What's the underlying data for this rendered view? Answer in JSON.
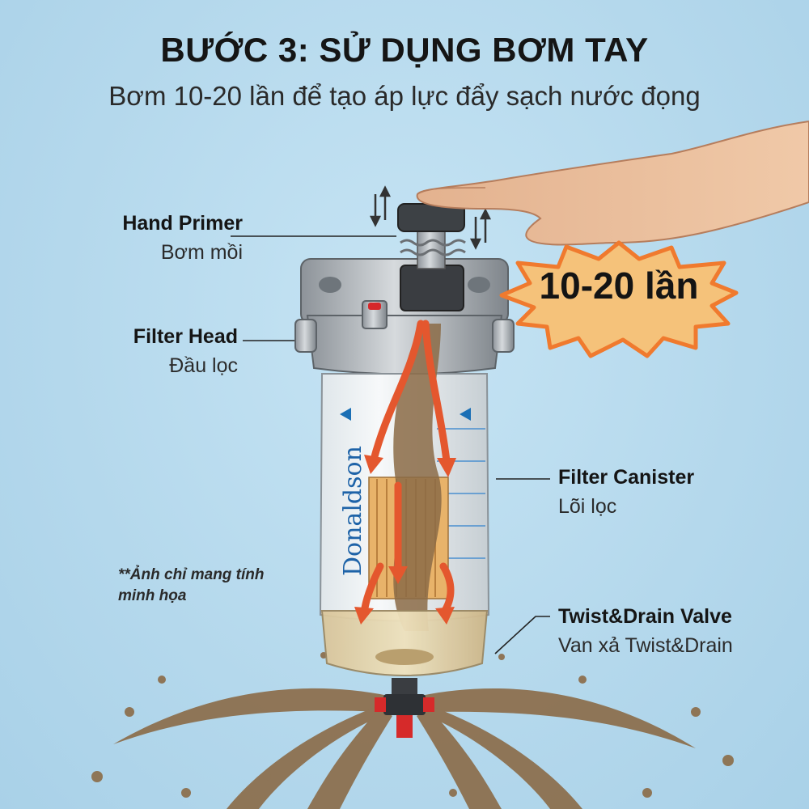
{
  "header": {
    "title": "BƯỚC 3: SỬ DỤNG BƠM TAY",
    "subtitle": "Bơm 10-20 lần để tạo áp lực đẩy sạch nước đọng"
  },
  "callouts": {
    "hand_primer": {
      "en": "Hand Primer",
      "vi": "Bơm mồi"
    },
    "filter_head": {
      "en": "Filter Head",
      "vi": "Đầu lọc"
    },
    "filter_canister": {
      "en": "Filter Canister",
      "vi": "Lõi lọc"
    },
    "drain_valve": {
      "en": "Twist&Drain Valve",
      "vi": "Van xả Twist&Drain"
    }
  },
  "pump_count_badge": "10-20 lần",
  "note": "**Ảnh chỉ mang tính minh họa",
  "brand_logo": "Donaldson",
  "colors": {
    "background": "#b9dcef",
    "flow_arrows": "#e4572e",
    "burst": "#f07a2e",
    "dirty_water": "#8b6b47"
  }
}
